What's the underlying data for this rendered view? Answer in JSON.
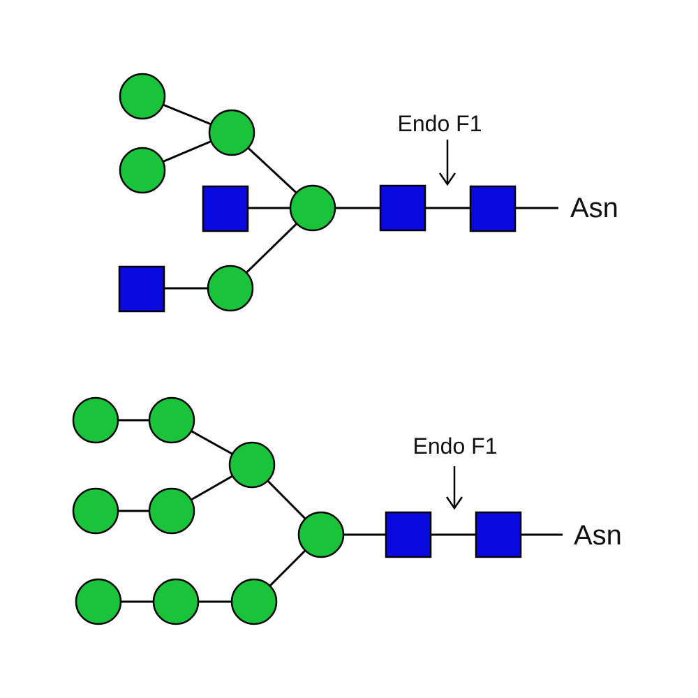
{
  "colors": {
    "circle_fill": "#19c43a",
    "square_fill": "#0a0adf",
    "line": "#000000"
  },
  "top_glycan": {
    "enzyme_label": "Endo F1",
    "anchor_label": "Asn"
  },
  "bottom_glycan": {
    "enzyme_label": "Endo F1",
    "anchor_label": "Asn"
  }
}
